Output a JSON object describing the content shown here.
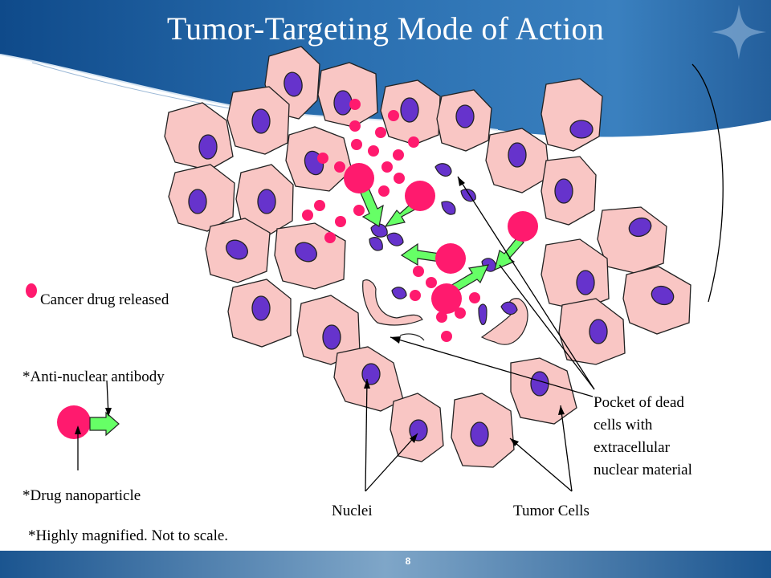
{
  "slide": {
    "title": "Tumor-Targeting Mode of Action",
    "page_number": "8",
    "legend": {
      "drug_released": "Cancer drug released",
      "antibody": "*Anti-nuclear antibody",
      "nanoparticle": "*Drug nanoparticle",
      "footnote": "*Highly magnified. Not  to scale."
    },
    "labels": {
      "nuclei": "Nuclei",
      "tumor_cells": "Tumor Cells",
      "pocket_line1": "Pocket of dead",
      "pocket_line2": "cells with",
      "pocket_line3": "extracellular",
      "pocket_line4": "nuclear material"
    }
  },
  "colors": {
    "banner_blue": "#1f5fa0",
    "cell_fill": "#f9c6c4",
    "nucleus_fill": "#6633cc",
    "drug_magenta": "#ff1a6e",
    "antibody_green": "#66ff66"
  },
  "icons": [
    "cell-icon",
    "nucleus-icon",
    "drug-dot-icon",
    "nanoparticle-icon",
    "antibody-arrow-icon"
  ]
}
